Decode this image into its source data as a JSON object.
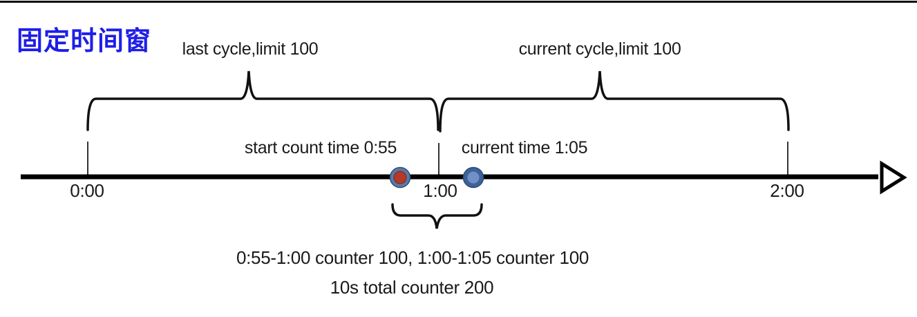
{
  "page": {
    "title": "固定时间窗"
  },
  "colors": {
    "title_blue": "#1e1ee8",
    "ink": "#1a1a1a",
    "axis_black": "#000000",
    "marker_start_ring": "#5a79a5",
    "marker_start_fill": "#b23a28",
    "marker_current_ring": "#3e6198",
    "marker_current_fill": "#6f91c5"
  },
  "cycles": {
    "last": {
      "label": "last cycle,limit 100"
    },
    "current": {
      "label": "current cycle,limit 100"
    }
  },
  "timeline": {
    "tick_labels": [
      "0:00",
      "1:00",
      "2:00"
    ],
    "markers": {
      "start_count": {
        "label": "start count time 0:55",
        "time": "0:55"
      },
      "current_time": {
        "label": "current time 1:05",
        "time": "1:05"
      }
    }
  },
  "summary": {
    "line1": "0:55-1:00 counter 100, 1:00-1:05 counter 100",
    "line2": "10s total counter 200"
  }
}
